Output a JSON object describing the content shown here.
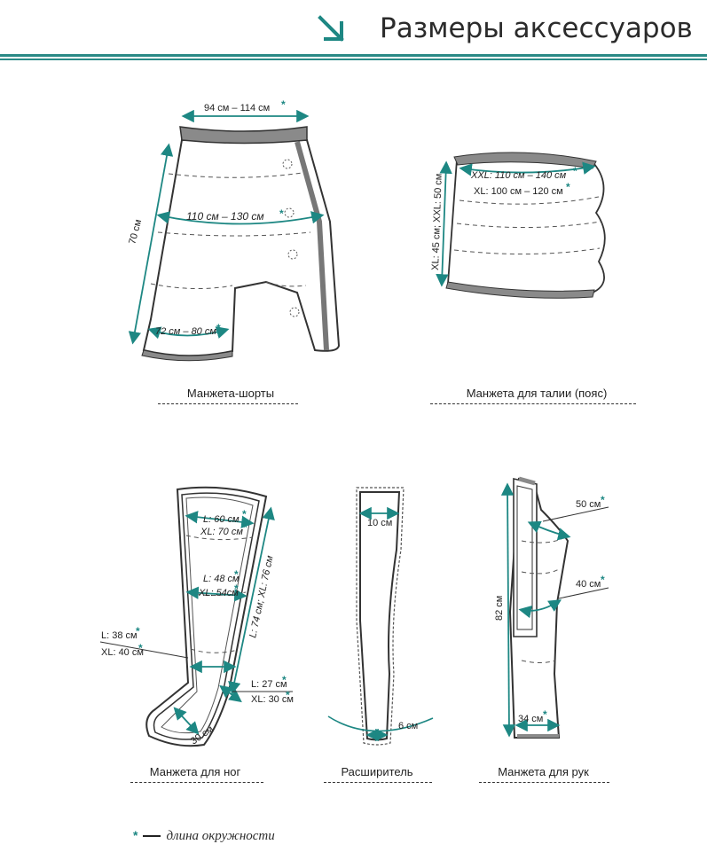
{
  "header": {
    "title": "Размеры аксессуаров",
    "accent_color": "#2a8a86",
    "arrow_icon": "arrow-down-right-icon"
  },
  "items": {
    "shorts": {
      "caption": "Манжета-шорты",
      "waist": "94 см – 114 см",
      "hips": "110 см – 130 см",
      "leg": "72 см – 80 см",
      "length": "70 см"
    },
    "waist_belt": {
      "caption": "Манжета для талии (пояс)",
      "xxl": "XXL: 110 см – 140 см",
      "xl": "XL: 100 см – 120 см",
      "height": "XL: 45 см; XXL: 50 см"
    },
    "leg_cuff": {
      "caption": "Манжета для ног",
      "top_l": "L: 60 см",
      "top_xl": "XL: 70 см",
      "mid_l": "L: 48 см",
      "mid_xl": "XL: 54см",
      "knee_l": "L: 38 см",
      "knee_xl": "XL: 40 см",
      "ankle_l": "L: 27 см",
      "ankle_xl": "XL: 30 см",
      "foot": "30 см",
      "length": "L: 74 см; XL: 76 см"
    },
    "extender": {
      "caption": "Расширитель",
      "width_top": "10 см",
      "width_bottom": "6 см"
    },
    "arm_cuff": {
      "caption": "Манжета для рук",
      "top": "50 см",
      "mid": "40 см",
      "wrist": "34 см",
      "length": "82 см"
    }
  },
  "footnote": {
    "symbol": "*",
    "text": "длина окружности"
  }
}
